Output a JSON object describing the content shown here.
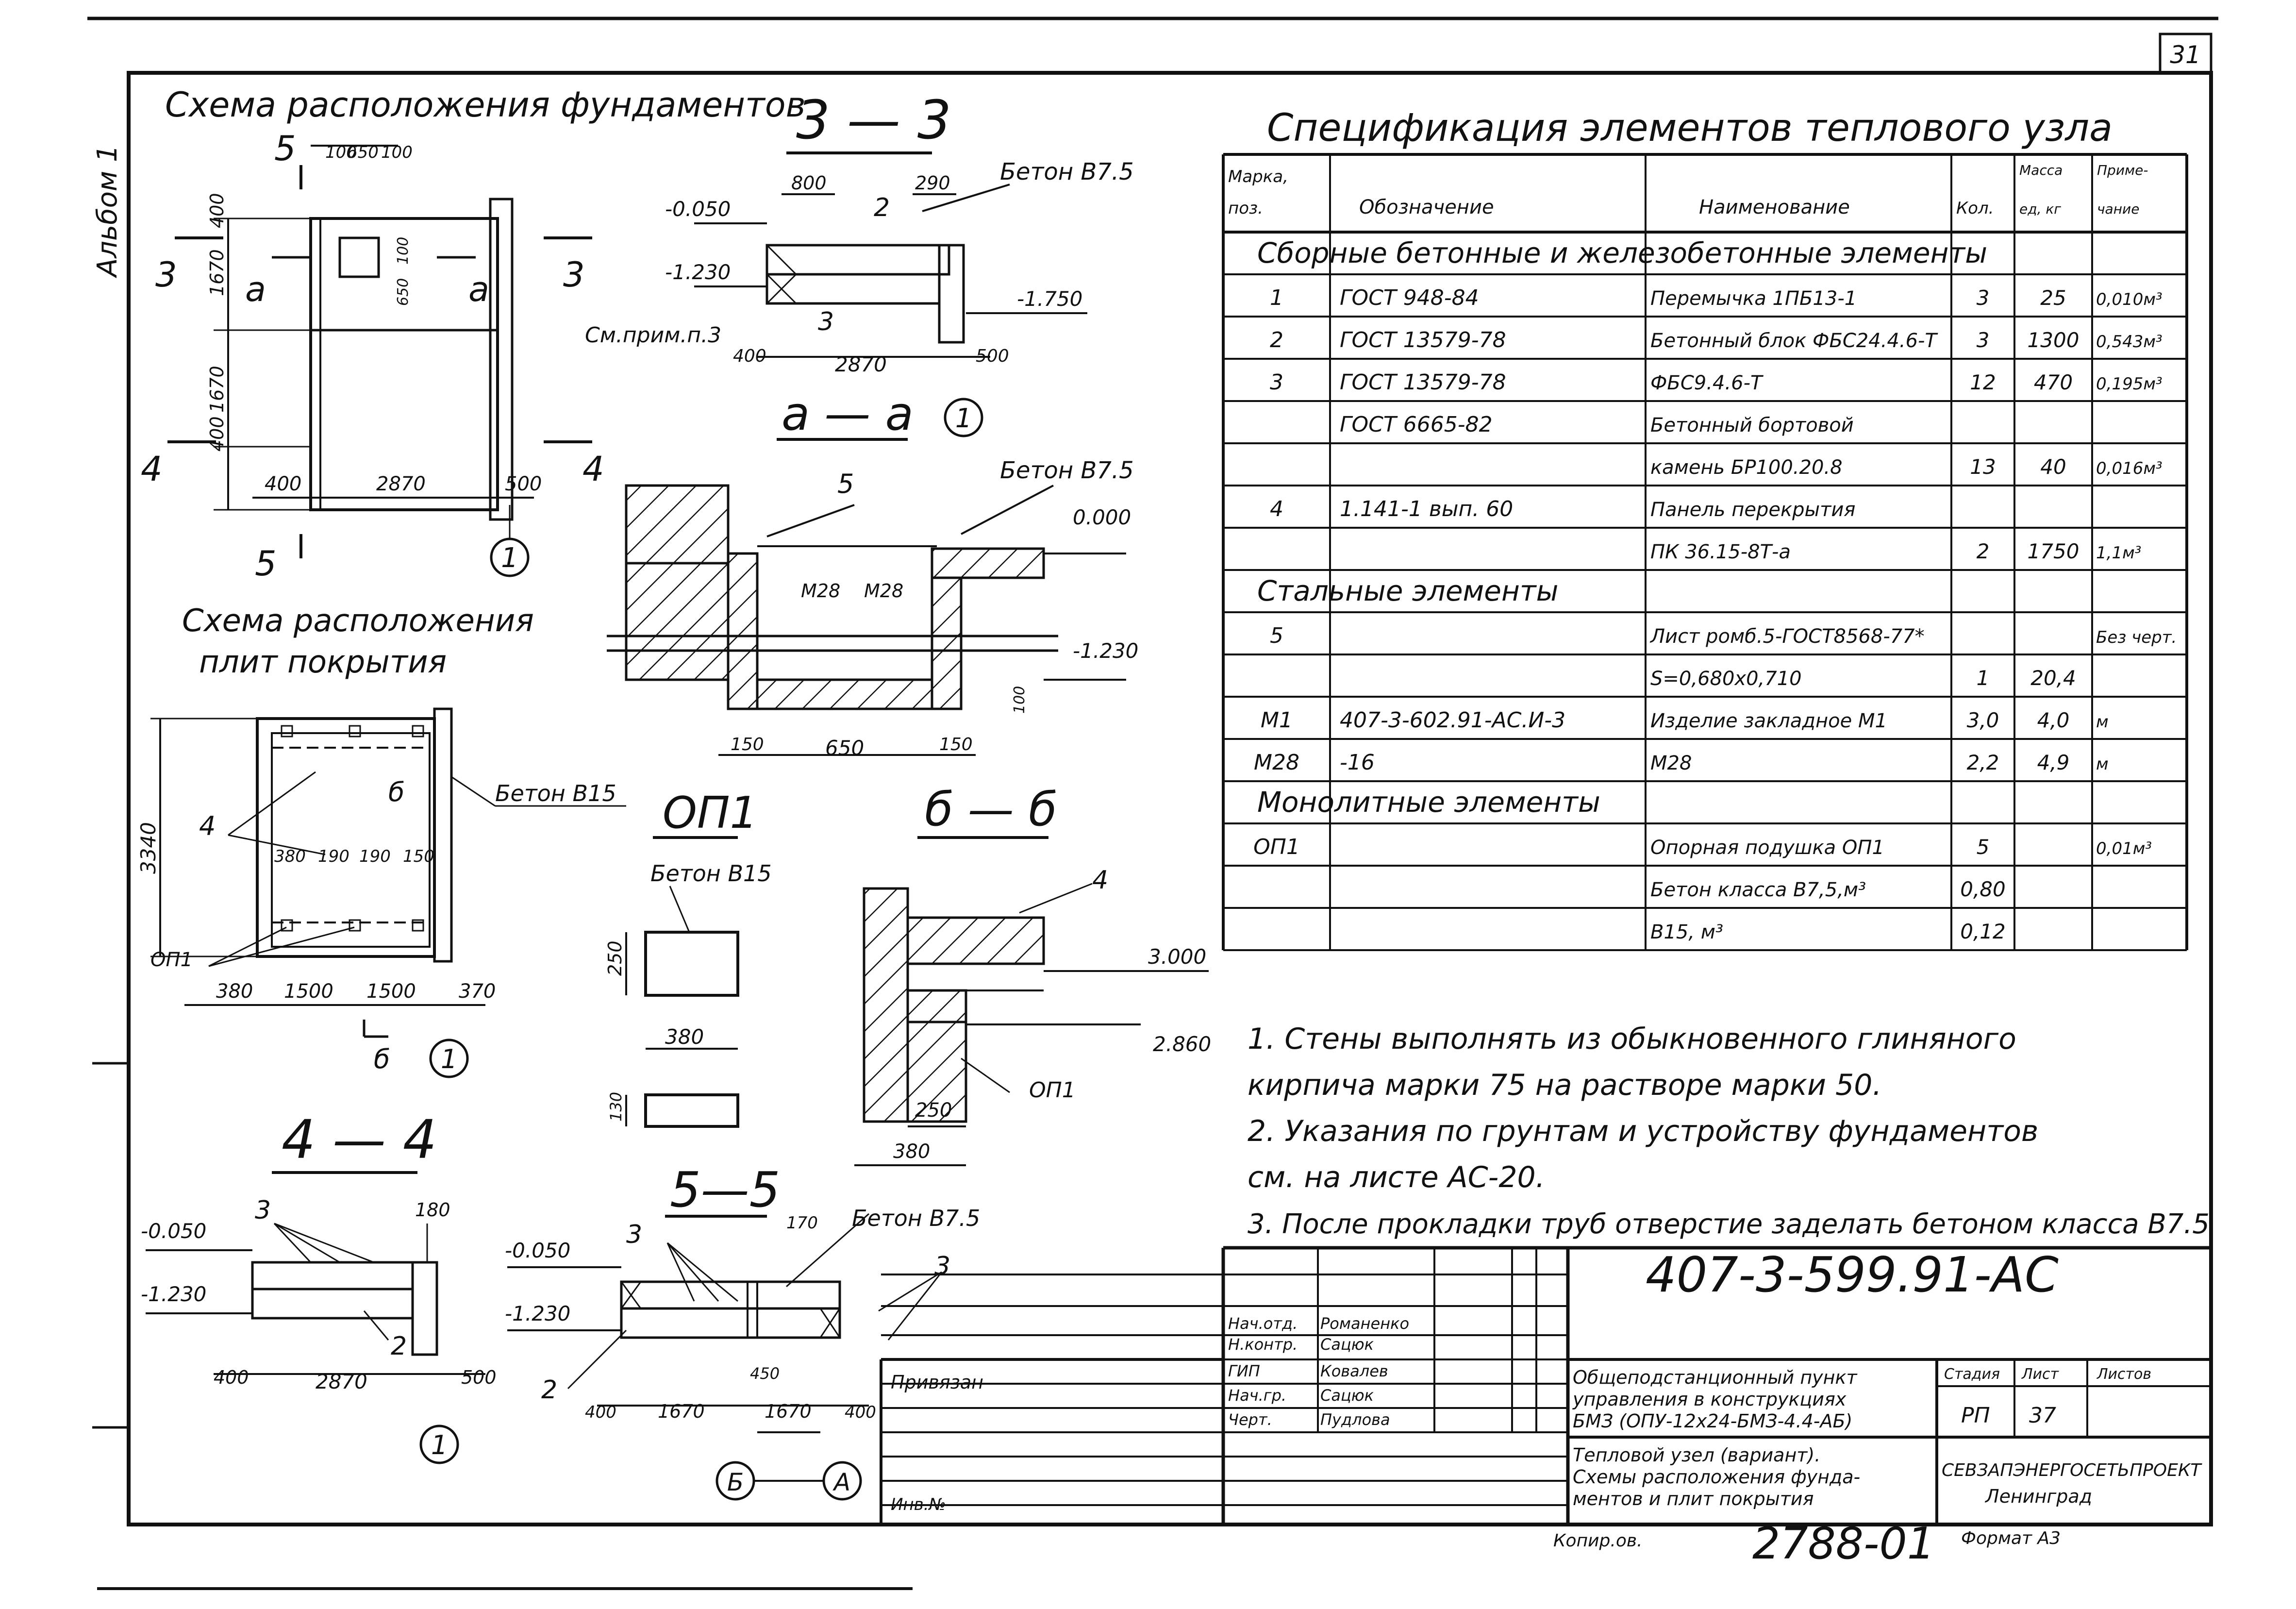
{
  "sheet": {
    "page_number": "31",
    "album": "Альбом 1"
  },
  "foundation_plan": {
    "title": "Схема расположения фундаментов",
    "cuts": {
      "c5": "5",
      "c3": "3",
      "c4": "4",
      "ca": "a"
    },
    "dims_top": [
      "100",
      "650",
      "100"
    ],
    "dims_left": [
      "400",
      "1670",
      "1670",
      "400"
    ],
    "dims_bottom": [
      "400",
      "2870",
      "500"
    ],
    "dim_opening": [
      "650",
      "100"
    ],
    "axis": "1"
  },
  "section_3_3": {
    "title": "3 — 3",
    "concrete": "Бетон В7.5",
    "levels": [
      "-0.050",
      "-1.230",
      "-1.750"
    ],
    "dims_top": [
      "800",
      "290"
    ],
    "dims_bottom": [
      "400",
      "2870",
      "500"
    ],
    "labels": [
      "2",
      "3"
    ],
    "note_ref": "См.прим.п.3",
    "axis": "1"
  },
  "section_a_a": {
    "title": "a — a",
    "concrete": "Бетон В7.5",
    "label": "5",
    "levels": [
      "0.000",
      "-1.230"
    ],
    "embedded": [
      "М28",
      "М28"
    ],
    "dims": [
      "150",
      "650",
      "150"
    ],
    "dim_side": "100"
  },
  "slab_plan": {
    "title_line1": "Схема расположения",
    "title_line2": "плит покрытия",
    "concrete": "Бетон В15",
    "labels": [
      "4",
      "ОП1"
    ],
    "cut": "б",
    "dim_left": "3340",
    "dims_inner": [
      "380",
      "190",
      "190",
      "150"
    ],
    "dims_bottom": [
      "380",
      "1500",
      "1500",
      "370"
    ],
    "axis": "1"
  },
  "op1": {
    "title": "ОП1",
    "concrete": "Бетон В15",
    "dim_h": "250",
    "dim_w": "380",
    "dim_h2": "130"
  },
  "section_b_b": {
    "title": "б — б",
    "label": "4",
    "levels": [
      "3.000",
      "2.860"
    ],
    "ref": "ОП1",
    "dims": [
      "250",
      "380"
    ]
  },
  "section_4_4": {
    "title": "4 — 4",
    "levels": [
      "-0.050",
      "-1.230"
    ],
    "labels": [
      "3",
      "2"
    ],
    "dim_top": "180",
    "dims_bottom": [
      "400",
      "2870",
      "500"
    ],
    "axis": "1"
  },
  "section_5_5": {
    "title": "5—5",
    "concrete": "Бетон В7.5",
    "levels": [
      "-0.050",
      "-1.230"
    ],
    "labels": [
      "3",
      "3",
      "2"
    ],
    "dim_top": "170",
    "dim_mid": "450",
    "dims_bottom": [
      "400",
      "1670",
      "1670",
      "400"
    ],
    "axes": [
      "Б",
      "А"
    ]
  },
  "spec": {
    "title": "Спецификация элементов теплового узла",
    "headers": [
      "Марка, поз.",
      "Обозначение",
      "Наименование",
      "Кол.",
      "Масса ед, кг",
      "Примечание"
    ],
    "groups": {
      "g1": "Сборные бетонные и железобетонные элементы",
      "g2": "Стальные элементы",
      "g3": "Монолитные элементы"
    },
    "rows": [
      {
        "mark": "1",
        "doc": "ГОСТ 948-84",
        "name": "Перемычка 1ПБ13-1",
        "qty": "3",
        "mass": "25",
        "note": "0,010м³"
      },
      {
        "mark": "2",
        "doc": "ГОСТ 13579-78",
        "name": "Бетонный блок ФБС24.4.6-Т",
        "qty": "3",
        "mass": "1300",
        "note": "0,543м³"
      },
      {
        "mark": "3",
        "doc": "ГОСТ 13579-78",
        "name": "ФБС9.4.6-Т",
        "qty": "12",
        "mass": "470",
        "note": "0,195м³"
      },
      {
        "mark": "",
        "doc": "ГОСТ 6665-82",
        "name": "Бетонный бортовой",
        "qty": "",
        "mass": "",
        "note": ""
      },
      {
        "mark": "",
        "doc": "",
        "name": "камень БР100.20.8",
        "qty": "13",
        "mass": "40",
        "note": "0,016м³"
      },
      {
        "mark": "4",
        "doc": "1.141-1 вып. 60",
        "name": "Панель перекрытия",
        "qty": "",
        "mass": "",
        "note": ""
      },
      {
        "mark": "",
        "doc": "",
        "name": "ПК 36.15-8Т-а",
        "qty": "2",
        "mass": "1750",
        "note": "1,1м³"
      },
      {
        "mark": "5",
        "doc": "",
        "name": "Лист ромб.5-ГОСТ8568-77*",
        "qty": "",
        "mass": "",
        "note": "Без черт."
      },
      {
        "mark": "",
        "doc": "",
        "name": "S=0,680х0,710",
        "qty": "1",
        "mass": "20,4",
        "note": ""
      },
      {
        "mark": "М1",
        "doc": "407-3-602.91-АС.И-3",
        "name": "Изделие закладное М1",
        "qty": "3,0",
        "mass": "4,0",
        "note": "м"
      },
      {
        "mark": "М28",
        "doc": "-16",
        "name": "М28",
        "qty": "2,2",
        "mass": "4,9",
        "note": "м"
      },
      {
        "mark": "ОП1",
        "doc": "",
        "name": "Опорная подушка ОП1",
        "qty": "5",
        "mass": "",
        "note": "0,01м³"
      },
      {
        "mark": "",
        "doc": "",
        "name": "Бетон класса В7,5,м³",
        "qty": "0,80",
        "mass": "",
        "note": ""
      },
      {
        "mark": "",
        "doc": "",
        "name": "В15, м³",
        "qty": "0,12",
        "mass": "",
        "note": ""
      }
    ]
  },
  "notes": [
    "1.  Стены выполнять из обыкновенного глиняного",
    "кирпича   марки 75 на растворе  марки 50.",
    "2.  Указания  по   грунтам и устройству фундаментов",
    "см. на листе АС-20.",
    "3. После прокладки труб отверстие заделать бетоном класса В7.5"
  ],
  "title_block": {
    "code": "407-3-599.91-АС",
    "staff": [
      {
        "role": "Нач.отд.",
        "name": "Романенко"
      },
      {
        "role": "Н.контр.",
        "name": "Сацюк"
      },
      {
        "role": "ГИП",
        "name": "Ковалев"
      },
      {
        "role": "Нач.гр.",
        "name": "Сацюк"
      },
      {
        "role": "Черт.",
        "name": "Пудлова"
      }
    ],
    "project_line1": "Общеподстанционный пункт",
    "project_line2": "управления в конструкциях",
    "project_line3": "БМЗ (ОПУ-12х24-БМЗ-4.4-АБ)",
    "drawing_line1": "Тепловой узел (вариант).",
    "drawing_line2": "Схемы расположения фунда-",
    "drawing_line3": "ментов и плит покрытия",
    "stage_label": "Стадия",
    "sheet_label": "Лист",
    "sheets_label": "Листов",
    "stage": "РП",
    "sheet": "37",
    "org_line1": "СЕВЗАПЭНЕРГОСЕТЬПРОЕКТ",
    "org_line2": "Ленинград",
    "privyazan": "Привязан",
    "inv": "Инв.№"
  },
  "footer": {
    "copied": "Копир.ов.",
    "number": "2788-01",
    "format": "Формат А3"
  }
}
